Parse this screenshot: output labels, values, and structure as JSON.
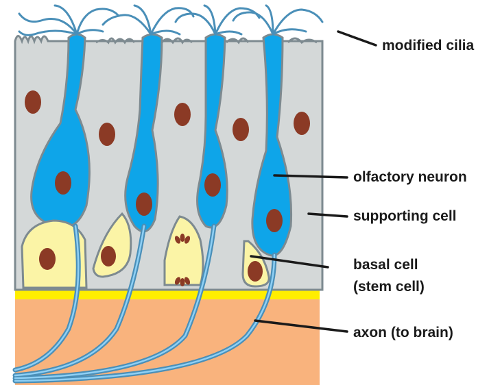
{
  "labels": {
    "cilia": "modified cilia",
    "neuron": "olfactory neuron",
    "supporting": "supporting cell",
    "basal_line1": "basal cell",
    "basal_line2": "(stem cell)",
    "axon": "axon (to brain)"
  },
  "colors": {
    "supporting_cell": "#d4d8d8",
    "neuron": "#0ea5e9",
    "basal_cell": "#fbf4a6",
    "basement_membrane": "#ffee00",
    "connective_tissue": "#f9b37d",
    "nucleus": "#8b3a25",
    "outline": "#7d8a90",
    "axon": "#4a8fb8"
  }
}
